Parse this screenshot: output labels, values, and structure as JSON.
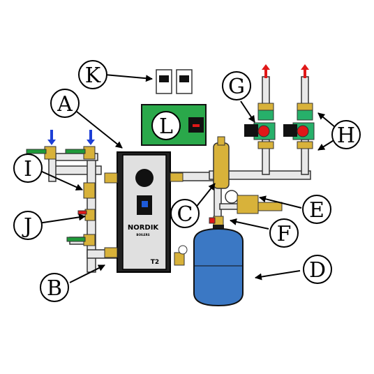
{
  "diagram": {
    "callouts": [
      {
        "id": "A",
        "label": "A"
      },
      {
        "id": "B",
        "label": "B"
      },
      {
        "id": "C",
        "label": "C"
      },
      {
        "id": "D",
        "label": "D"
      },
      {
        "id": "E",
        "label": "E"
      },
      {
        "id": "F",
        "label": "F"
      },
      {
        "id": "G",
        "label": "G"
      },
      {
        "id": "H",
        "label": "H"
      },
      {
        "id": "I",
        "label": "I"
      },
      {
        "id": "J",
        "label": "J"
      },
      {
        "id": "K",
        "label": "K"
      },
      {
        "id": "L",
        "label": "L"
      }
    ],
    "boiler": {
      "brand": "NORDIK",
      "brand_sub": "BOILERS",
      "model": "T2"
    },
    "colors": {
      "pipe": "#e8e8e8",
      "brass": "#d8b23a",
      "valve_handle": "#1f9a3a",
      "pump_green": "#27b06a",
      "tank": "#3b78c4",
      "panel": "#2aa84a",
      "inflow_arrow": "#1d3fd6",
      "outflow_arrow": "#e01818",
      "boiler_front": "#e0e0e0",
      "boiler_side": "#222222",
      "display": "#1e5bd8"
    }
  }
}
